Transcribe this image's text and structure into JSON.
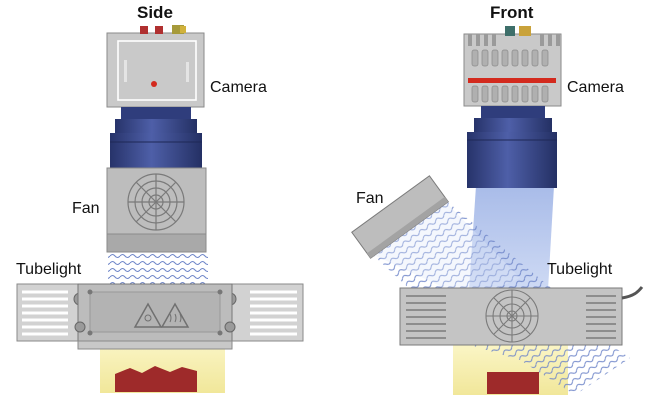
{
  "views": {
    "side": {
      "title": "Side"
    },
    "front": {
      "title": "Front"
    }
  },
  "labels": {
    "camera": "Camera",
    "fan": "Fan",
    "tubelight": "Tubelight"
  },
  "colors": {
    "camera_body": "#c9c9c9",
    "lens": "#3b4b8c",
    "fan_housing": "#bdbdbd",
    "airflow": "#6f86c9",
    "light_beam": "#b5c6ec",
    "tubelight_glow": "#f6efb0",
    "sample": "#9e2a2a",
    "indicator": "#d32a1e"
  }
}
